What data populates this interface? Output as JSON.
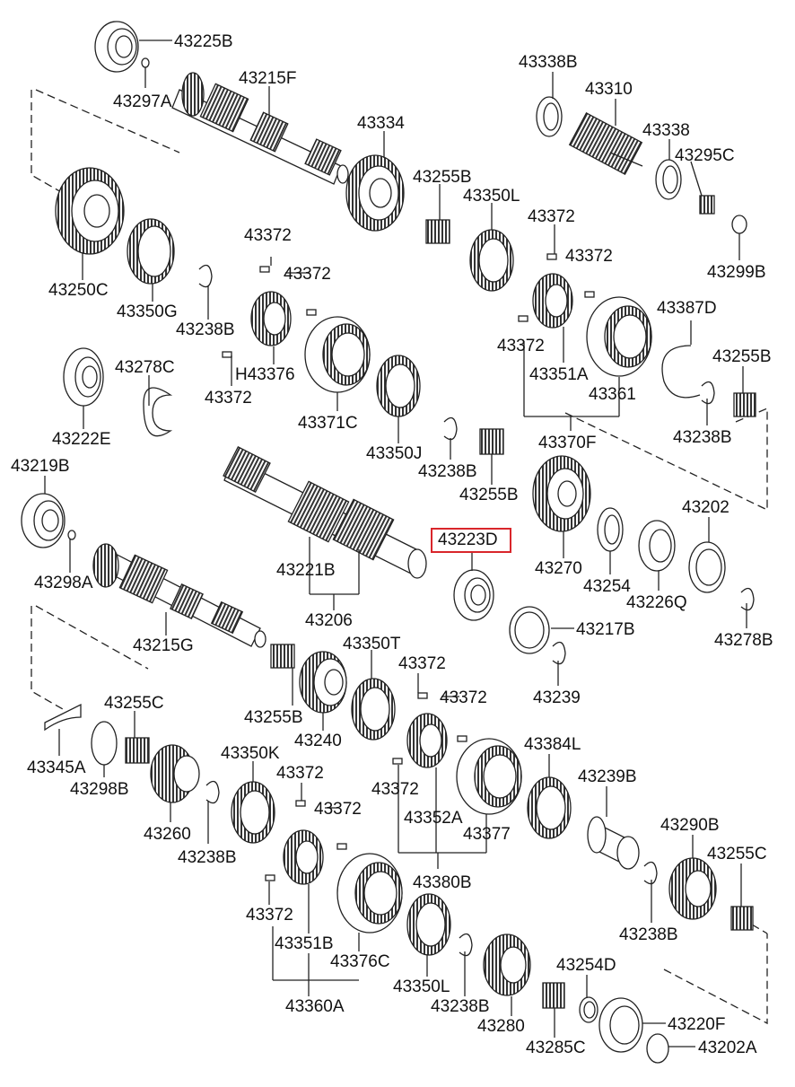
{
  "highlight_color": "#d9262b",
  "highlighted_part": "43223D",
  "labels": [
    "43225B",
    "43297A",
    "43215F",
    "43334",
    "43338B",
    "43310",
    "43338",
    "43295C",
    "43299B",
    "43255B",
    "43350L",
    "43372",
    "43372",
    "43250C",
    "43350G",
    "43372",
    "43372",
    "43238B",
    "H43376",
    "43372",
    "43371C",
    "43350J",
    "43238B",
    "43255B",
    "43278C",
    "43222E",
    "43372",
    "43351A",
    "43361",
    "43387D",
    "43255B",
    "43238B",
    "43370F",
    "43219B",
    "43221B",
    "43206",
    "43223D",
    "43270",
    "43254",
    "43226Q",
    "43202",
    "43278B",
    "43298A",
    "43215G",
    "43217B",
    "43239",
    "43350T",
    "43372",
    "43372",
    "43255C",
    "43255B",
    "43240",
    "43345A",
    "43298B",
    "43260",
    "43238B",
    "43350K",
    "43372",
    "43372",
    "43372",
    "43352A",
    "43384L",
    "43377",
    "43239B",
    "43290B",
    "43255C",
    "43380B",
    "43372",
    "43351B",
    "43376C",
    "43238B",
    "43350L",
    "43238B",
    "43254D",
    "43280",
    "43220F",
    "43285C",
    "43202A",
    "43360A"
  ]
}
